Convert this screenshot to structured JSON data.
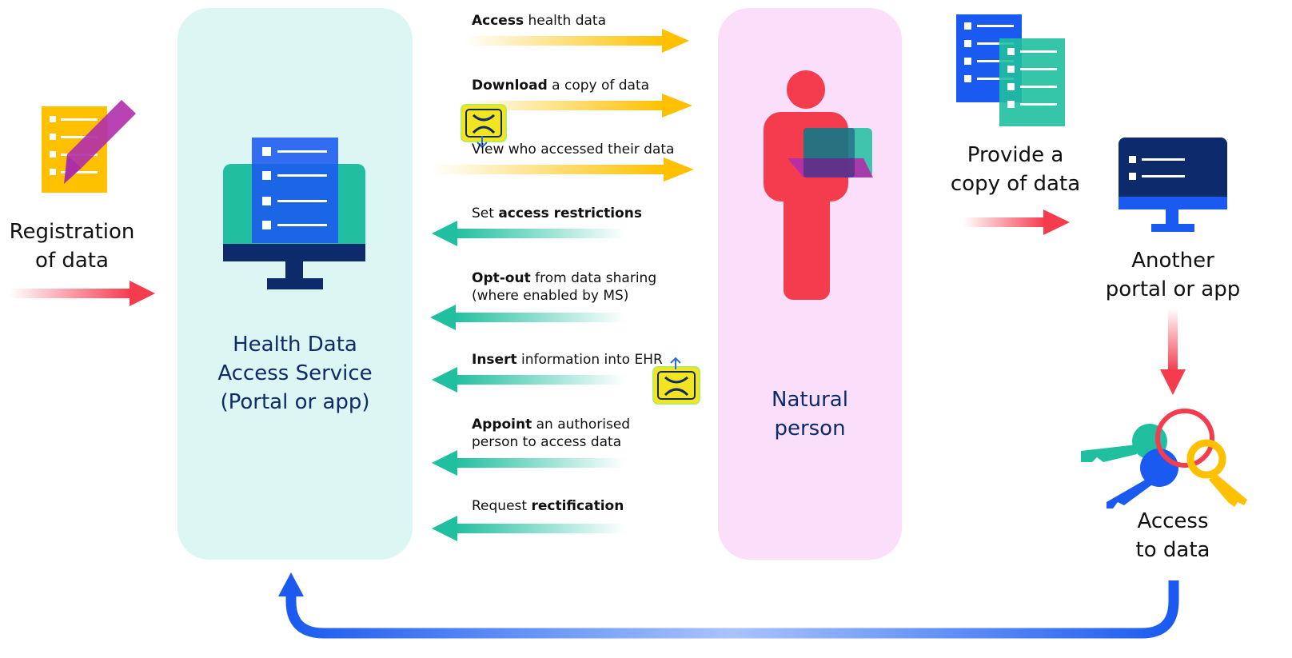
{
  "labels": {
    "registration_line1": "Registration",
    "registration_line2": "of data",
    "hdas_line1": "Health Data",
    "hdas_line2": "Access Service",
    "hdas_line3": "(Portal or app)",
    "natural_line1": "Natural",
    "natural_line2": "person",
    "provide_line1": "Provide a",
    "provide_line2": "copy of data",
    "another_line1": "Another",
    "another_line2": "portal or app",
    "access_line1": "Access",
    "access_line2": "to data"
  },
  "flows": {
    "access": {
      "bold": "Access",
      "rest": " health data"
    },
    "download": {
      "bold": "Download",
      "rest": " a copy of data"
    },
    "view": {
      "text": "View who accessed their data"
    },
    "restrict": {
      "pre": "Set ",
      "bold": "access restrictions"
    },
    "optout": {
      "bold": "Opt-out",
      "rest": " from data sharing",
      "line2": "(where enabled by MS)"
    },
    "insert": {
      "bold": "Insert",
      "rest": " information into EHR"
    },
    "appoint": {
      "bold": "Appoint",
      "rest": " an authorised",
      "line2": "person to access data"
    },
    "rectify": {
      "pre": "Request ",
      "bold": "rectification"
    }
  },
  "colors": {
    "teal_panel": "#dcf6f3",
    "pink_panel": "#fbdefa",
    "yellow": "#ffc000",
    "teal": "#1fbf9f",
    "red": "#f53c4f",
    "blue": "#1a5af0",
    "navy": "#0d2a6b"
  },
  "icons": [
    "checklist-pencil-icon",
    "computer-checklist-icon",
    "person-laptop-icon",
    "documents-icon",
    "monitor-icon",
    "keys-icon",
    "xpandh-download-icon",
    "xpandh-upload-icon"
  ]
}
